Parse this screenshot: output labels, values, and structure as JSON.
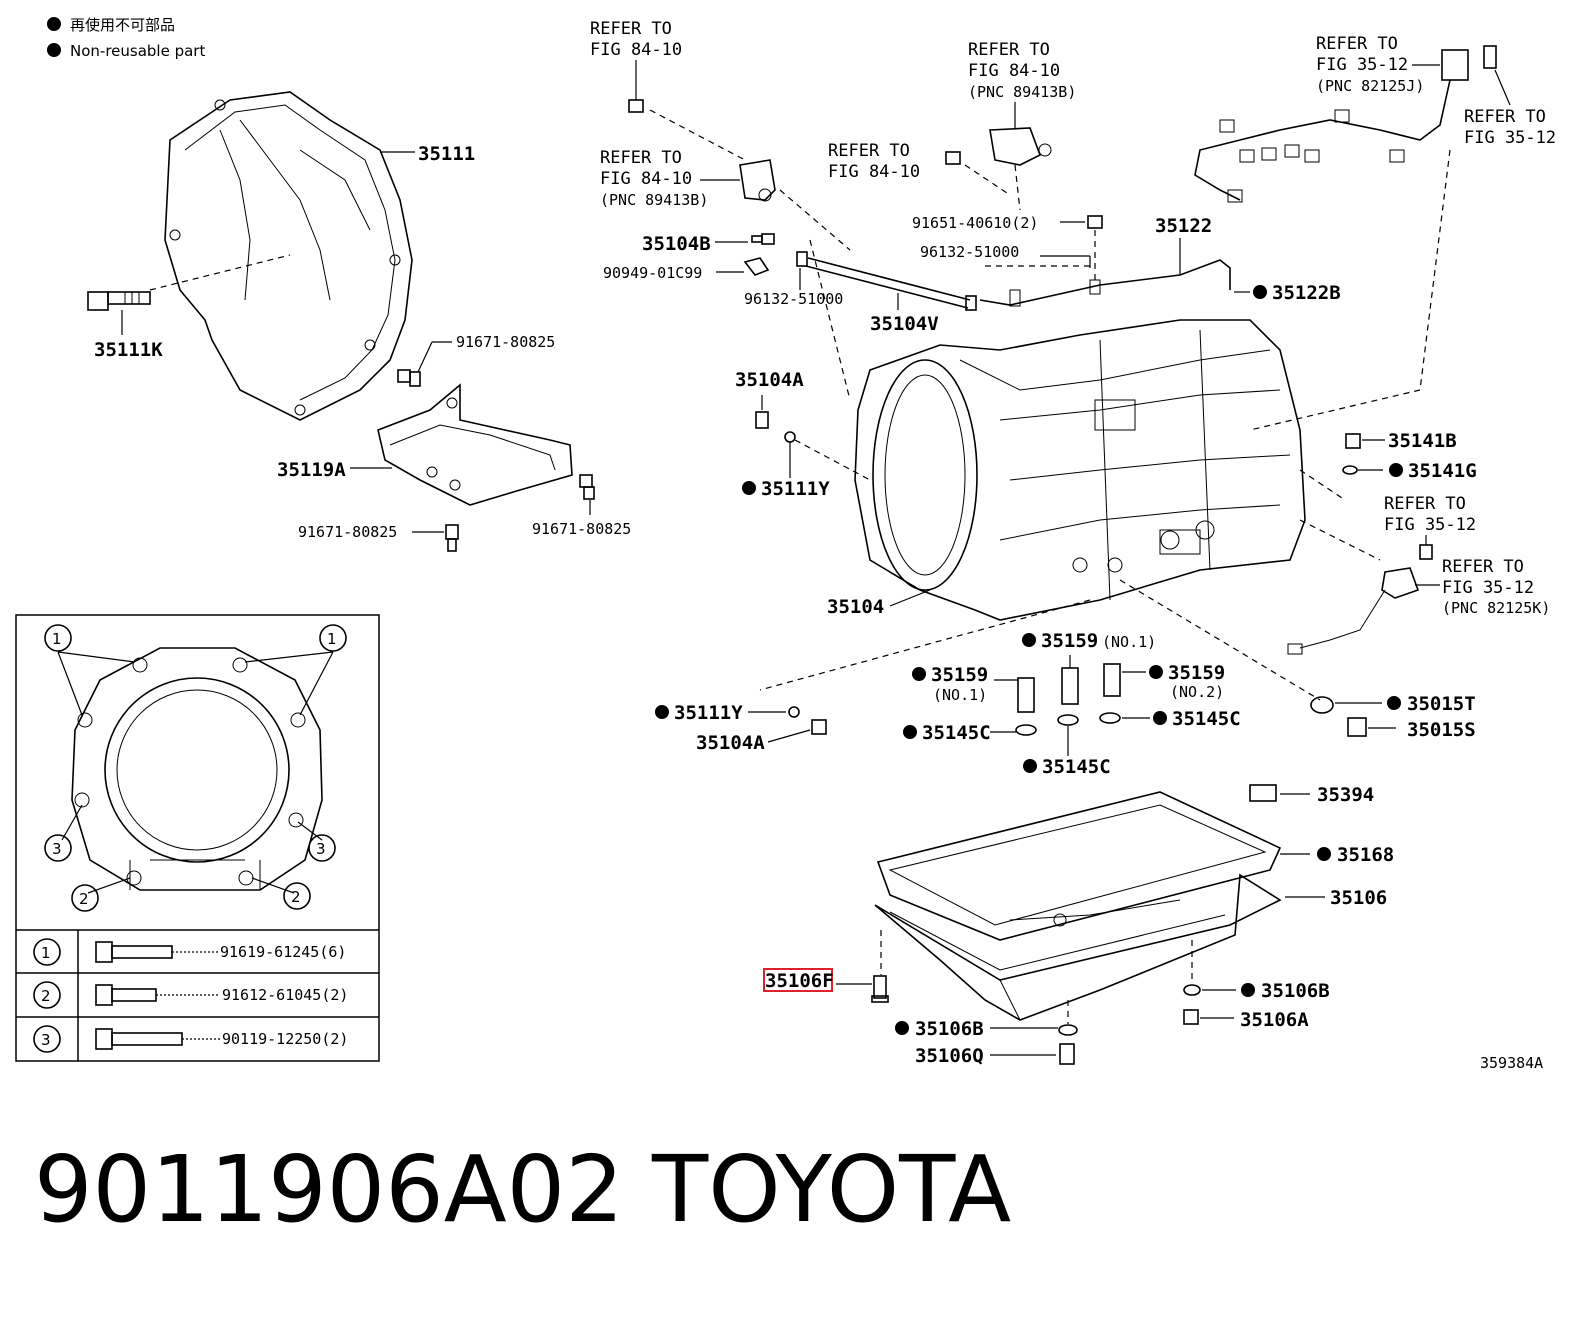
{
  "legend": {
    "jp": "再使用不可部品",
    "en": "Non-reusable part"
  },
  "refs": {
    "refer_to": "REFER TO",
    "fig_84_10": "FIG 84-10",
    "fig_35_12": "FIG 35-12",
    "pnc_89413b": "(PNC 89413B)",
    "pnc_82125j": "(PNC 82125J)",
    "pnc_82125k": "(PNC 82125K)"
  },
  "parts": {
    "p35111": "35111",
    "p35111k": "35111K",
    "p91671_top": "91671-80825",
    "p35119a": "35119A",
    "p91671_left": "91671-80825",
    "p91671_right": "91671-80825",
    "p35104b": "35104B",
    "p90949": "90949-01C99",
    "p96132_a": "96132-51000",
    "p96132_b": "96132-51000",
    "p35104v": "35104V",
    "p91651": "91651-40610(2)",
    "p35122": "35122",
    "p35122b": "35122B",
    "p35104a_top": "35104A",
    "p35111y_top": "35111Y",
    "p35141b": "35141B",
    "p35141g": "35141G",
    "p35104": "35104",
    "p35159_top": "35159",
    "p35159_top_sub": "(NO.1)",
    "p35159_left": "35159",
    "p35159_left_sub": "(NO.1)",
    "p35159_right": "35159",
    "p35159_right_sub": "(NO.2)",
    "p35111y_bot": "35111Y",
    "p35104a_bot": "35104A",
    "p35145c_left": "35145C",
    "p35145c_right": "35145C",
    "p35145c_bot": "35145C",
    "p35015t": "35015T",
    "p35015s": "35015S",
    "p35394": "35394",
    "p35168": "35168",
    "p35106": "35106",
    "p35106f": "35106F",
    "p35106b_right": "35106B",
    "p35106a": "35106A",
    "p35106b_bot": "35106B",
    "p35106q": "35106Q",
    "figure_id": "359384A"
  },
  "inset_table": {
    "rows": [
      {
        "num": "1",
        "part": "91619-61245(6)"
      },
      {
        "num": "2",
        "part": "91612-61045(2)"
      },
      {
        "num": "3",
        "part": "90119-12250(2)"
      }
    ],
    "callout_1": "1",
    "callout_2": "2",
    "callout_3": "3"
  },
  "highlight_color": "#e0202a",
  "footer": {
    "part_number": "9011906A02",
    "brand": "TOYOTA"
  }
}
